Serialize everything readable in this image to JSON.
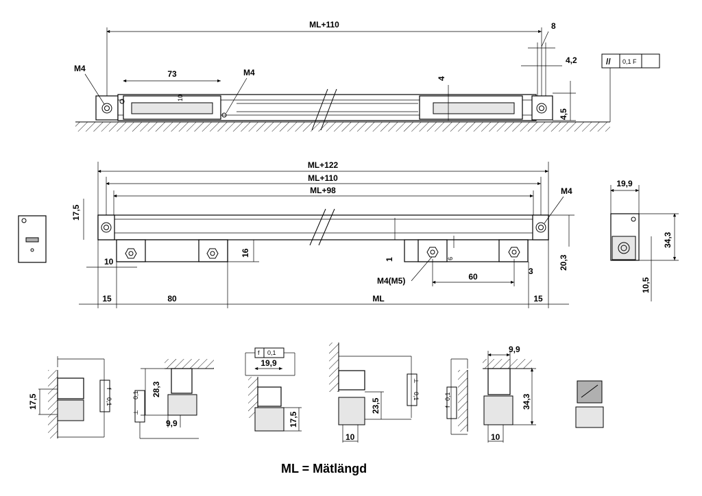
{
  "top_view": {
    "overall": "ML+110",
    "slot": "8",
    "offset": "4,2",
    "m4_left": "M4",
    "m4_mid": "M4",
    "length_73": "73",
    "dim_10": "10",
    "dim_4": "4",
    "dim_4_5": "4,5",
    "tolerance_symbol": "//",
    "tolerance_value": "0,1 F"
  },
  "side_view": {
    "ml122": "ML+122",
    "ml110": "ML+110",
    "ml98": "ML+98",
    "m4": "M4",
    "m4m5": "M4(M5)",
    "d17_5": "17,5",
    "d10": "10",
    "d16": "16",
    "d1": "1",
    "d6": "6",
    "d60": "60",
    "d3": "3",
    "d20_3": "20,3",
    "b15_left": "15",
    "b80": "80",
    "bML": "ML",
    "b15_right": "15"
  },
  "end_view": {
    "width": "19,9",
    "height": "34,3",
    "bottom": "10,5"
  },
  "mounting_details": {
    "d1_17_5": "17,5",
    "d1_f": "f",
    "d1_tol": "0,1",
    "d2_28_3": "28,3",
    "d2_9_9": "9,9",
    "d2_tol": "0,1",
    "d2_sym": "⊥",
    "d3_f": "f",
    "d3_tol": "0,1",
    "d3_19_9": "19,9",
    "d3_17_5": "17,5",
    "d4_23_5": "23,5",
    "d4_10": "10",
    "d4_tol": "0,1",
    "d4_sym": "⊥",
    "d5_9_9": "9,9",
    "d5_34_3": "34,3",
    "d5_10": "10",
    "d5_f": "f",
    "d5_tol": "0,1"
  },
  "caption": "ML = Mätlängd"
}
